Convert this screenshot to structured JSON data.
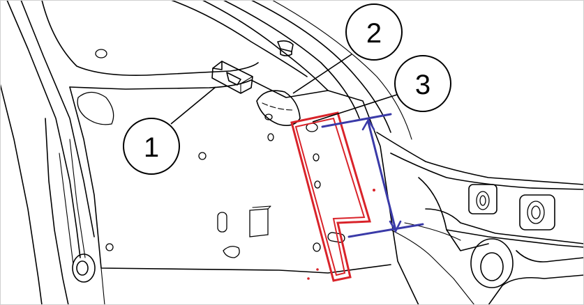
{
  "diagram": {
    "callouts": [
      {
        "id": "callout-1",
        "label": "1"
      },
      {
        "id": "callout-2",
        "label": "2"
      },
      {
        "id": "callout-3",
        "label": "3"
      }
    ],
    "annotations": {
      "red_outline_color": "#d9232a",
      "blue_dimension_color": "#3a3aa8",
      "line_color": "#000000",
      "background_color": "#ffffff"
    }
  }
}
